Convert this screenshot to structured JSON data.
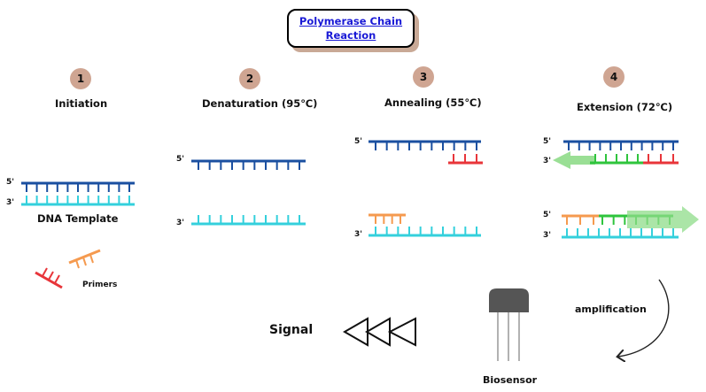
{
  "title": {
    "line1": "Polymerase Chain",
    "line2": "Reaction"
  },
  "steps": [
    {
      "number": "1",
      "label": "Initiation"
    },
    {
      "number": "2",
      "label": "Denaturation (95℃)"
    },
    {
      "number": "3",
      "label": "Annealing (55℃)"
    },
    {
      "number": "4",
      "label": "Extension (72℃)"
    }
  ],
  "ends": {
    "five": "5'",
    "three": "3'"
  },
  "labels": {
    "dna_template": "DNA Template",
    "primers": "Primers",
    "signal": "Signal",
    "amplification": "amplification",
    "biosensor": "Biosensor"
  },
  "colors": {
    "dark_strand": "#1a4fa0",
    "light_strand": "#34d0dc",
    "primer_red": "#e8353a",
    "primer_orange": "#f59a4f",
    "new_strand_green": "#2fc43d",
    "arrow_green": "#8fdc8a",
    "badge": "#cfa592",
    "sensor": "#555555"
  }
}
